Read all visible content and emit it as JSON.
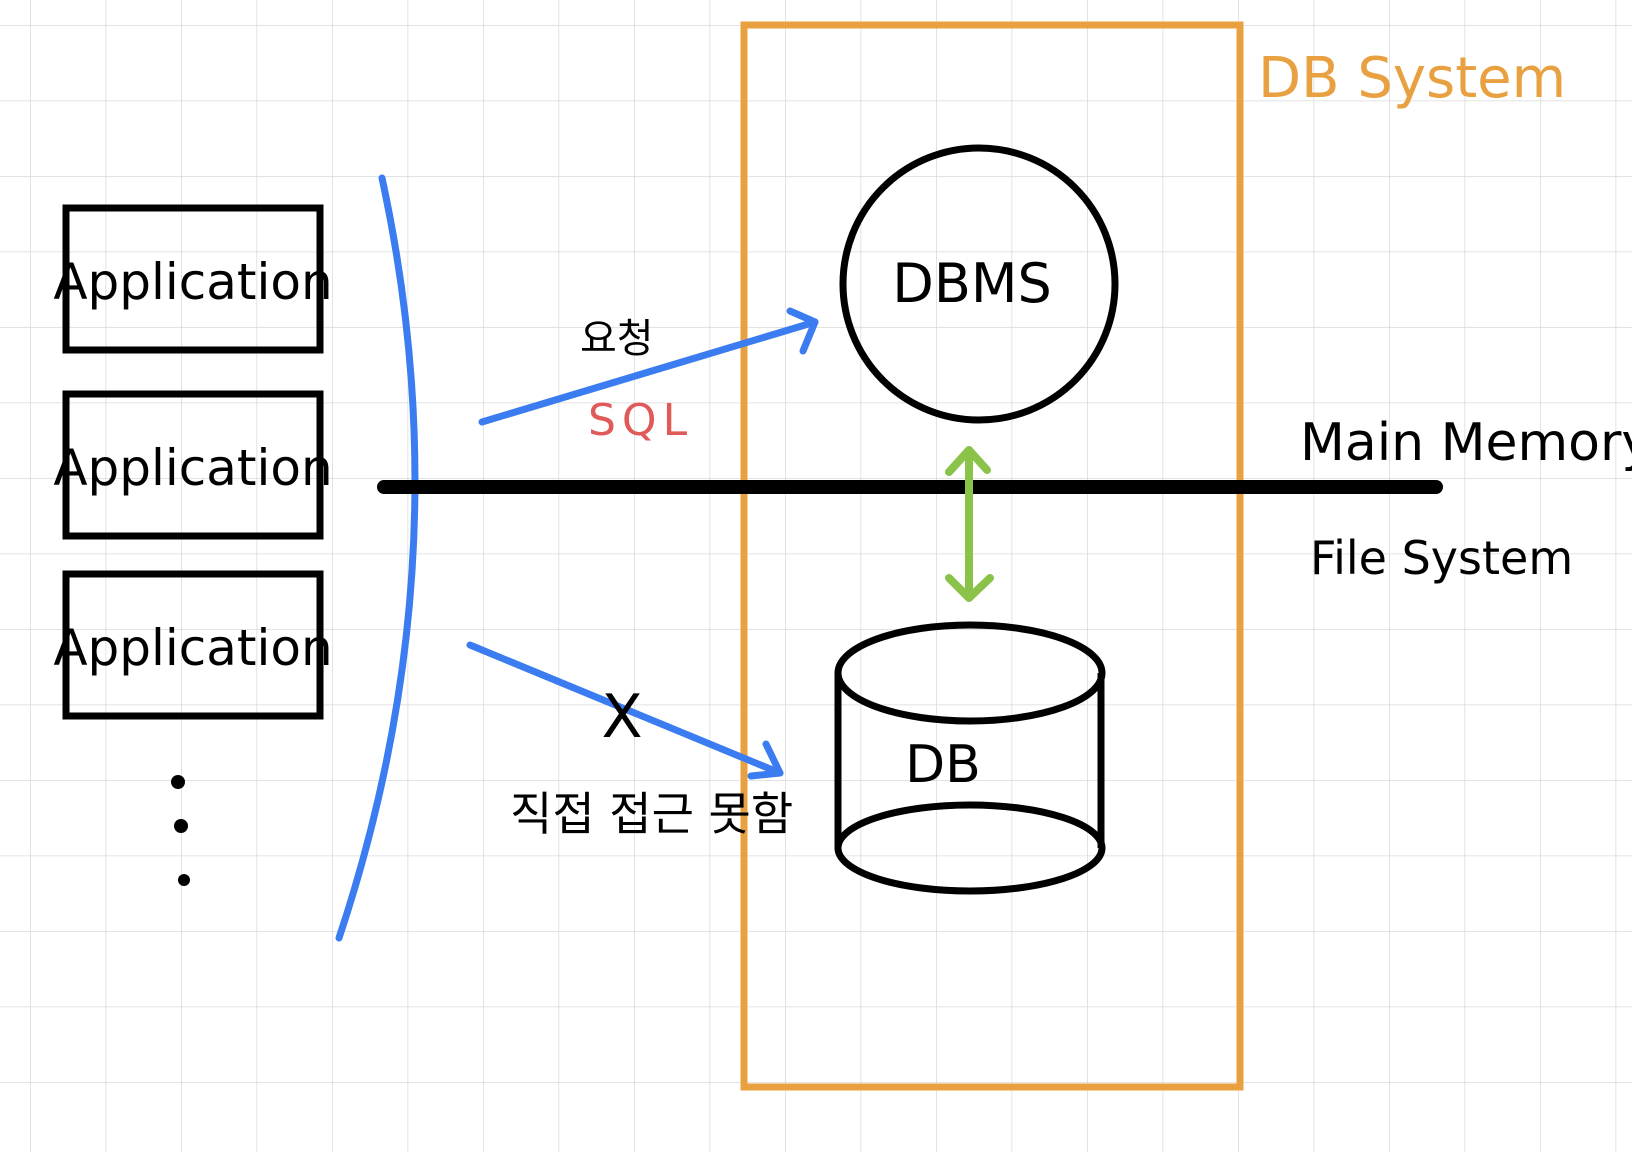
{
  "diagram": {
    "applications": [
      {
        "label": "Application"
      },
      {
        "label": "Application"
      },
      {
        "label": "Application"
      }
    ],
    "system_label": "DB System",
    "dbms_label": "DBMS",
    "db_label": "DB",
    "request_label": "요청",
    "sql_label": "SQL",
    "main_memory_label": "Main Memory",
    "file_system_label": "File System",
    "blocked_mark": "X",
    "direct_access_label": "직접 접근 못함"
  },
  "colors": {
    "grid": "#d9d9d9",
    "blue": "#3b7cf0",
    "orange": "#e8a040",
    "green": "#8bc34a",
    "red": "#e05a5a",
    "black": "#000000"
  }
}
